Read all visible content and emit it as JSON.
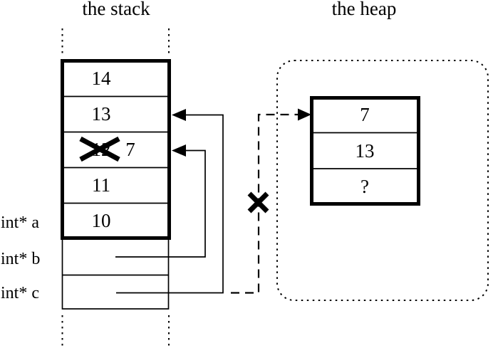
{
  "diagram": {
    "stack": {
      "title": "the stack",
      "cells": [
        {
          "value": "14"
        },
        {
          "value": "13"
        },
        {
          "value": "12",
          "crossed_out": true,
          "new_value": "7"
        },
        {
          "value": "11"
        },
        {
          "value": "10"
        }
      ],
      "pointer_labels": [
        {
          "label": "int* a"
        },
        {
          "label": "int* b"
        },
        {
          "label": "int* c"
        }
      ]
    },
    "heap": {
      "title": "the heap",
      "cells": [
        {
          "value": "7"
        },
        {
          "value": "13"
        },
        {
          "value": "?"
        }
      ]
    },
    "colors": {
      "ink": "#000000",
      "background": "#ffffff"
    }
  }
}
